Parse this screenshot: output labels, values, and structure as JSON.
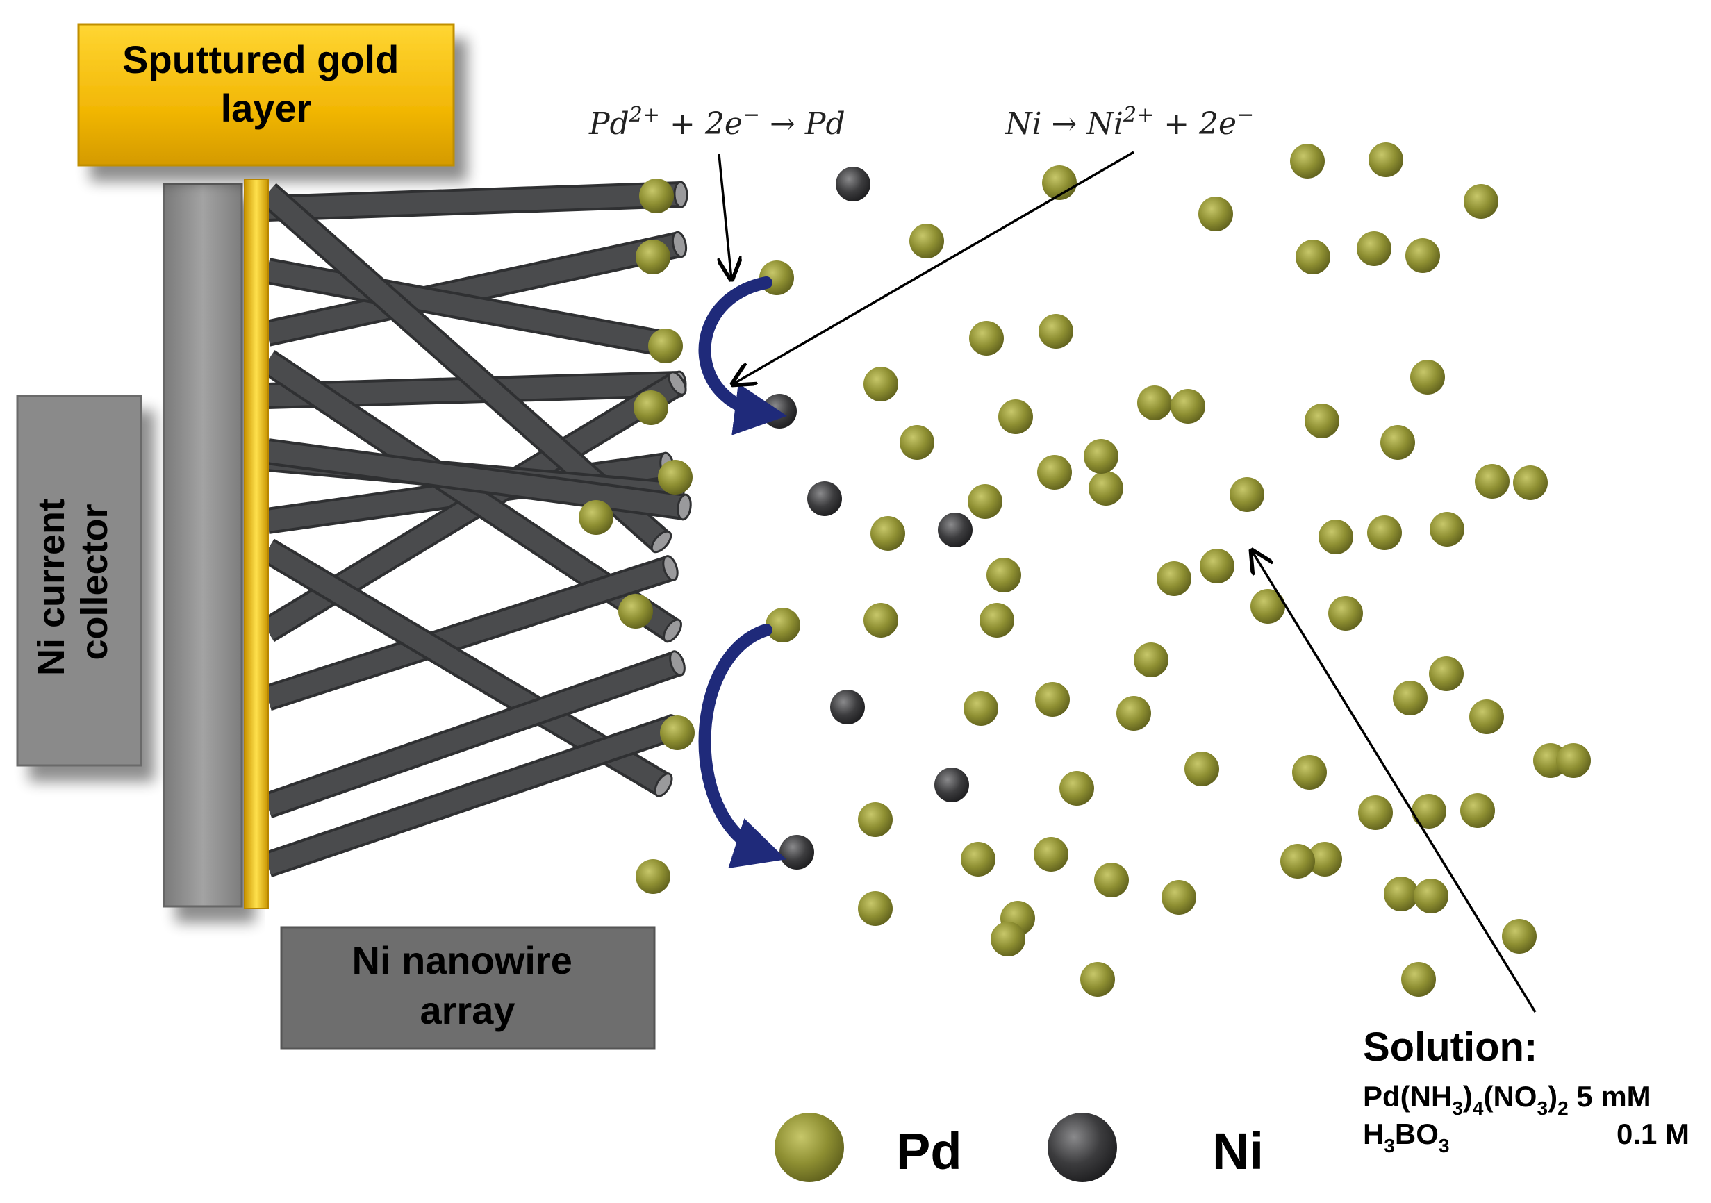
{
  "labels": {
    "gold_layer": [
      "Sputtured gold",
      "layer"
    ],
    "collector": [
      "Ni current",
      "collector"
    ],
    "nanowire": [
      "Ni nanowire",
      "array"
    ]
  },
  "equations": {
    "reduction": {
      "pre": "Pd",
      "sup1": "2+",
      "mid": " + 2e",
      "sup2": "−",
      "post": " → Pd"
    },
    "oxidation": {
      "pre": "Ni → Ni",
      "sup1": "2+",
      "mid": " + 2e",
      "sup2": "−",
      "post": ""
    }
  },
  "solution": {
    "title": "Solution:",
    "line1": {
      "p1": "Pd(NH",
      "s1": "3",
      "p2": ")",
      "s2": "4",
      "p3": "(NO",
      "s3": "3",
      "p4": ")",
      "s4": "2",
      "p5": " 5 mM"
    },
    "line2": {
      "p1": "H",
      "s1": "3",
      "p2": "BO",
      "s2": "3",
      "value": "0.1 M"
    }
  },
  "legend": [
    {
      "label": "Pd",
      "color": "#8e8f32"
    },
    {
      "label": "Ni",
      "color": "#3c3c3e"
    }
  ],
  "colors": {
    "gold": "#f2b705",
    "collector": "#8c8c8c",
    "nanowire": "#4a4b4d",
    "pd_particle": "#8e8f32",
    "ni_particle": "#3c3c3e",
    "electron_arrow": "#1f2a7a"
  }
}
